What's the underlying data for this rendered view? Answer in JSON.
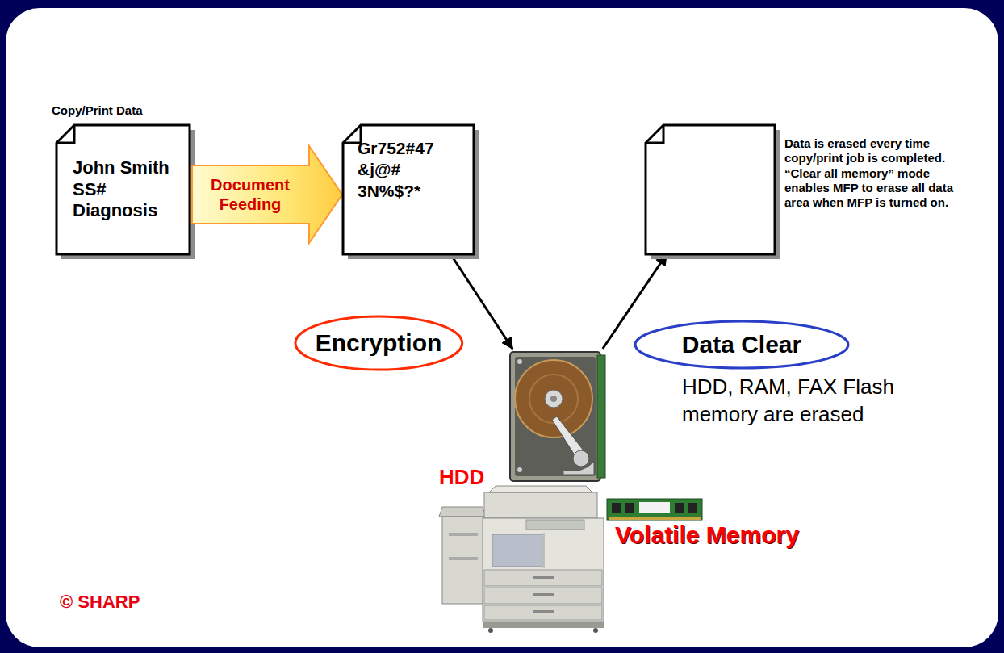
{
  "diagram": {
    "nodes": [
      {
        "text": [
          "Copy/Print Data",
          "John Smith SS# Diagnosis"
        ]
      },
      {
        "text": [
          "Document Feeding"
        ]
      },
      {
        "text": [
          "Gr752#47 &j@# 3N%$?*"
        ]
      },
      {
        "text": [
          "Data is erased every time copy/print job is completed. “Clear all memory” mode enables MFP to erase all data area when MFP is turned on."
        ]
      },
      {
        "text": [
          "Encryption"
        ]
      },
      {
        "text": [
          "Data Clear"
        ]
      },
      {
        "text": [
          "HDD"
        ]
      }
    ],
    "edges": [
      {
        "from": 2,
        "to": 6,
        "arrow": "to"
      },
      {
        "from": 6,
        "to": 3,
        "arrow": "to"
      }
    ],
    "labels": [
      "HDD, RAM, FAX Flash memory are erased",
      "Volatile Memory",
      "© SHARP"
    ]
  }
}
